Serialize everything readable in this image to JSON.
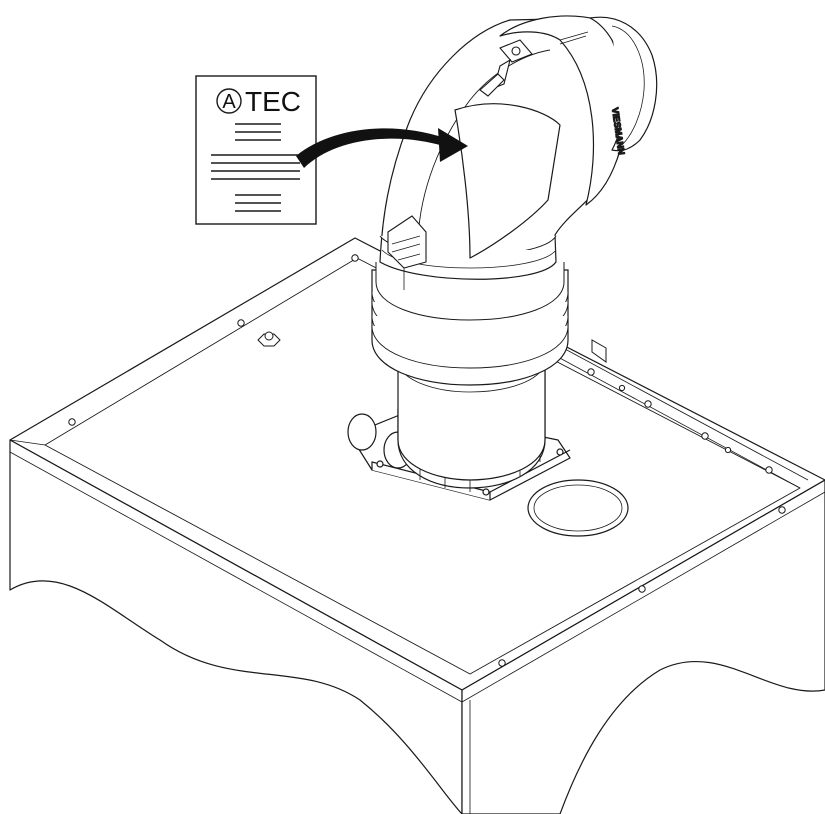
{
  "document": {
    "circle_letter": "A",
    "title": "TEC"
  },
  "elbow": {
    "brand": "VIESMANN"
  },
  "colors": {
    "stroke": "#1a1a1a",
    "light_stroke": "#555555",
    "background": "#ffffff",
    "shade": "#e6e6e6"
  }
}
